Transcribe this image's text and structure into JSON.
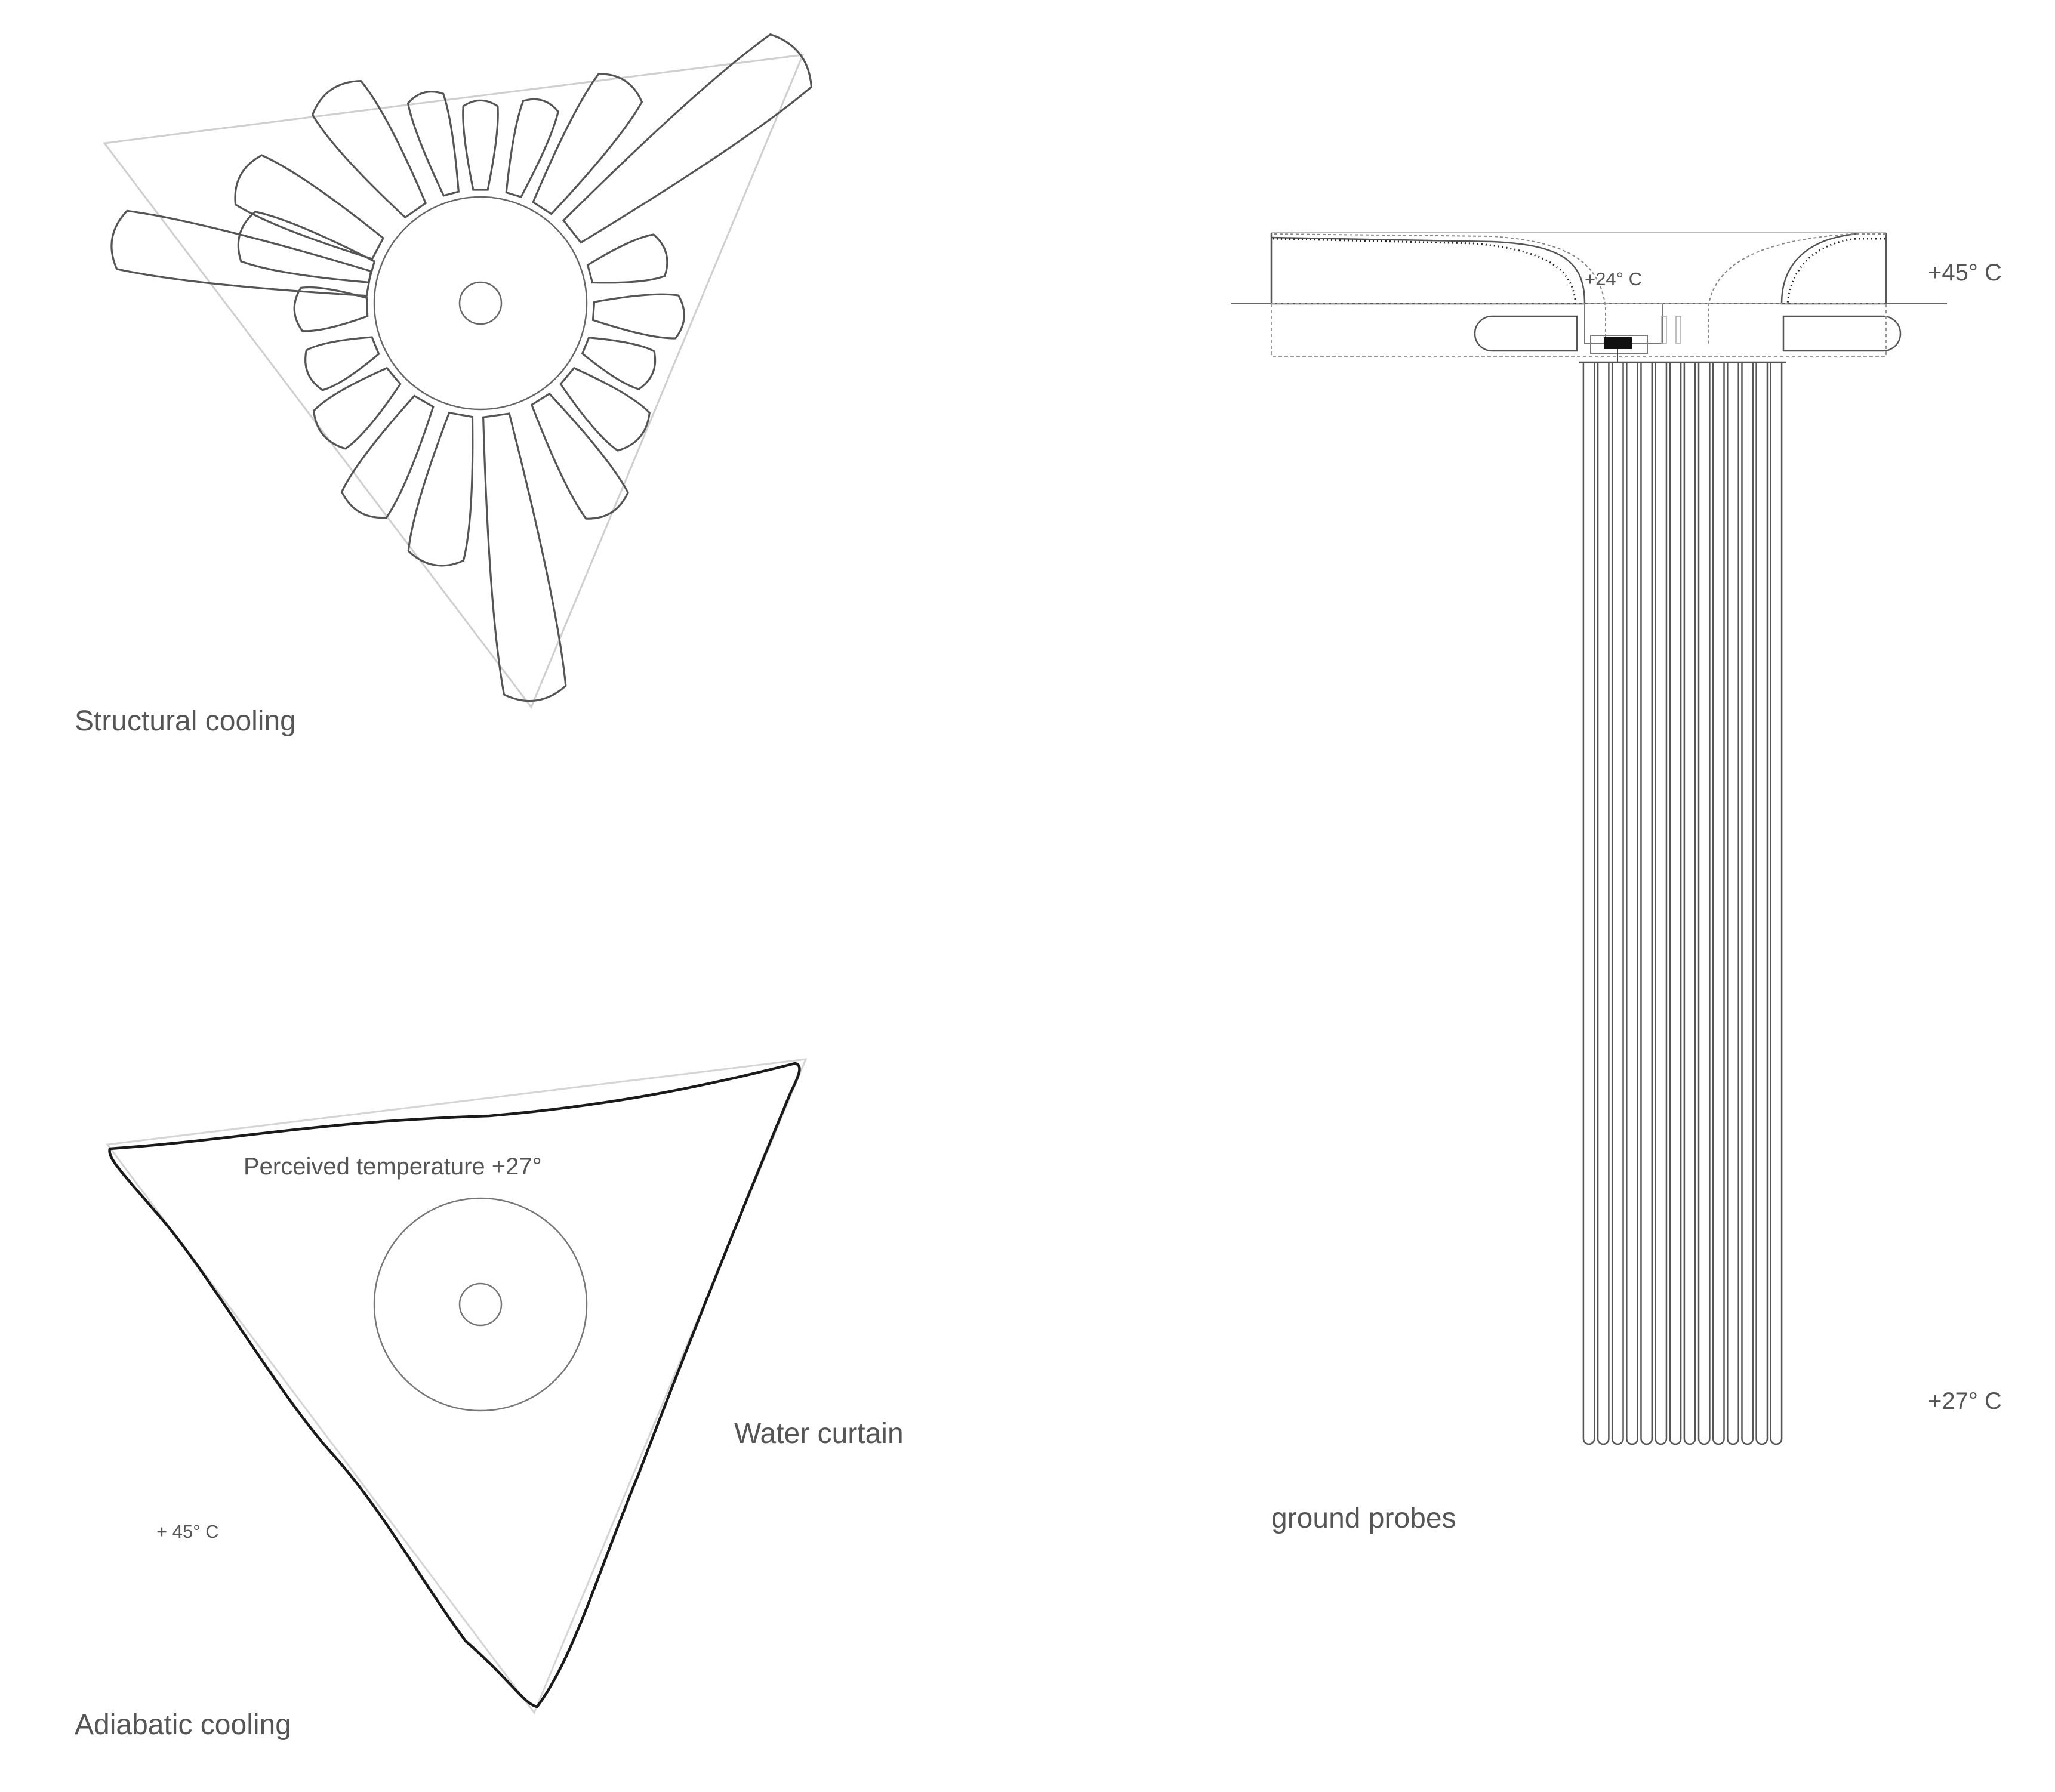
{
  "structural": {
    "label": "Structural cooling"
  },
  "adiabatic": {
    "label": "Adiabatic cooling",
    "perceived": "Perceived temperature  +27°",
    "water_curtain": "Water curtain",
    "outside_temp": "+ 45° C"
  },
  "probes": {
    "label": "ground probes",
    "top_temp": "+45° C",
    "inner_temp": "+24° C",
    "ground_temp": "+27° C",
    "count": 14
  }
}
